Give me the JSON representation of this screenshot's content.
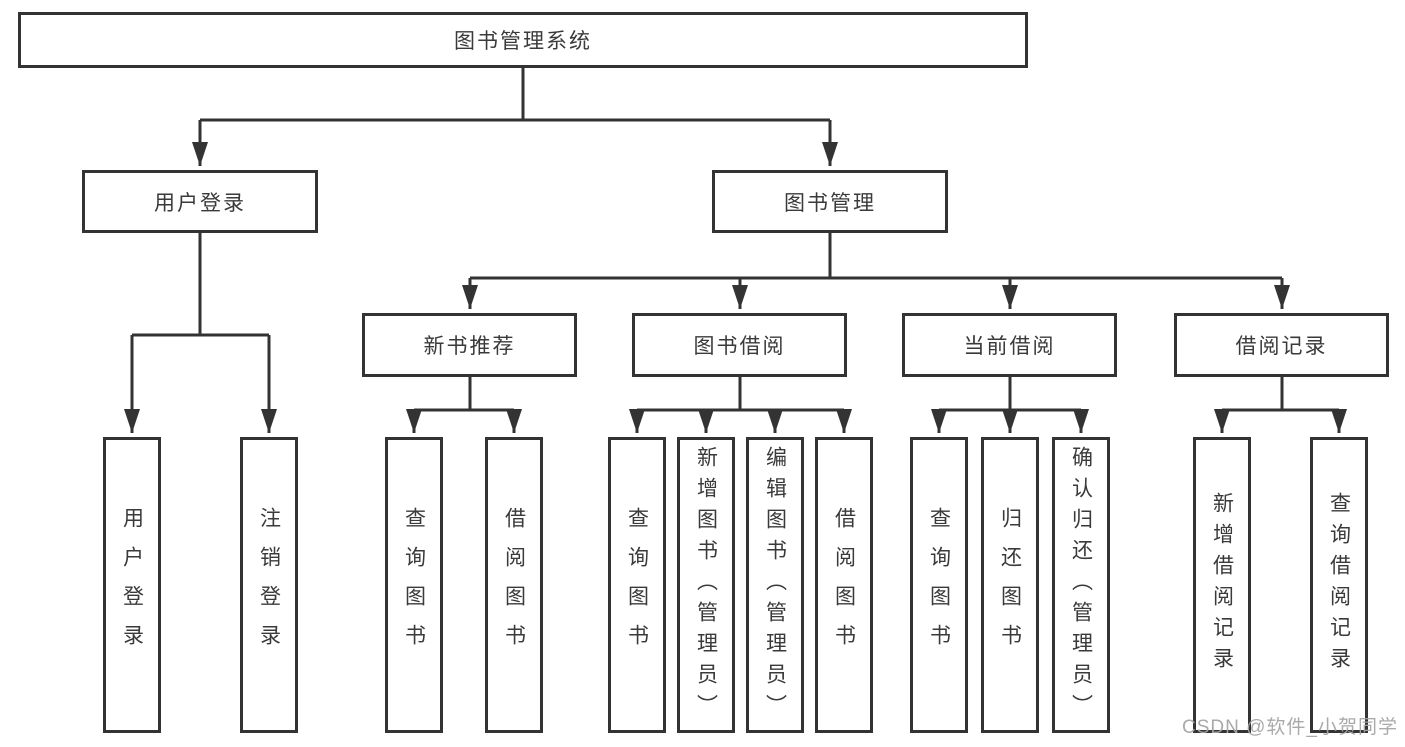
{
  "diagram": {
    "root": {
      "label": "图书管理系统"
    },
    "level2": [
      {
        "label": "用户登录",
        "children": [
          {
            "label": "用户登录"
          },
          {
            "label": "注销登录"
          }
        ]
      },
      {
        "label": "图书管理",
        "children": [
          {
            "label": "新书推荐",
            "children": [
              {
                "label": "查询图书"
              },
              {
                "label": "借阅图书"
              }
            ]
          },
          {
            "label": "图书借阅",
            "children": [
              {
                "label": "查询图书"
              },
              {
                "label": "新增图书（管理员）"
              },
              {
                "label": "编辑图书（管理员）"
              },
              {
                "label": "借阅图书"
              }
            ]
          },
          {
            "label": "当前借阅",
            "children": [
              {
                "label": "查询图书"
              },
              {
                "label": "归还图书"
              },
              {
                "label": "确认归还（管理员）"
              }
            ]
          },
          {
            "label": "借阅记录",
            "children": [
              {
                "label": "新增借阅记录"
              },
              {
                "label": "查询借阅记录"
              }
            ]
          }
        ]
      }
    ]
  },
  "watermark": {
    "text": "CSDN @软件_小贺同学"
  },
  "colors": {
    "line": "#333333",
    "text": "#3a3a3a",
    "watermark": "#a5a5a5",
    "background": "#ffffff"
  }
}
